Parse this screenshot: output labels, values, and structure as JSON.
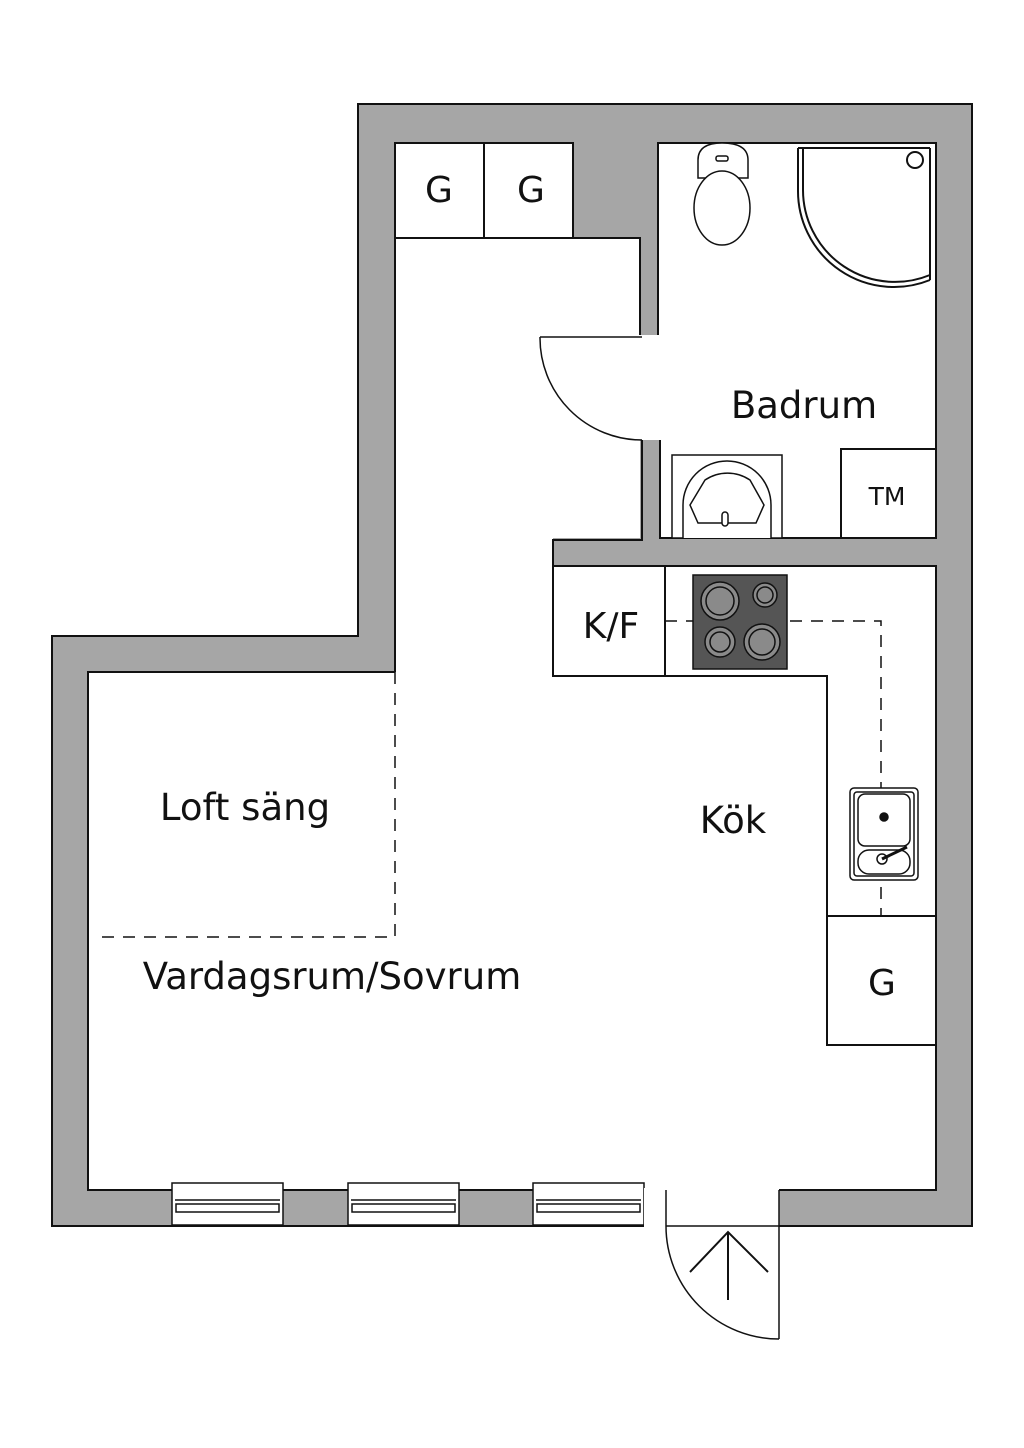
{
  "colors": {
    "wall": "#a6a6a6",
    "line": "#111111",
    "stove": "#555555",
    "burner": "#8a8a8a"
  },
  "rooms": {
    "bathroom": "Badrum",
    "kitchen": "Kök",
    "living": "Vardagsrum/Sovrum",
    "loft": "Loft säng"
  },
  "fixtures": {
    "closet_top_left": "G",
    "closet_top_right": "G",
    "closet_kitchen": "G",
    "fridge_freezer": "K/F",
    "washing_machine": "TM"
  }
}
